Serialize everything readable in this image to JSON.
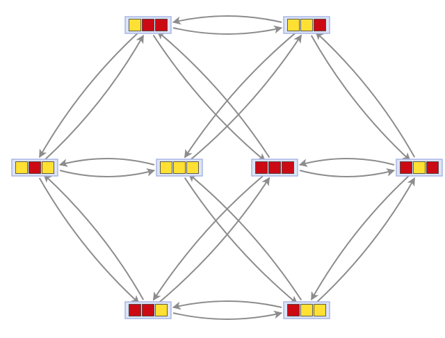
{
  "colors": {
    "red": "#cc0a14",
    "yellow": "#ffe033",
    "node_fill": "#dde4f5",
    "node_border": "#a9b6e6",
    "cell_border": "#3a3a3a",
    "edge": "#8c8c8c"
  },
  "nodes": [
    {
      "id": "n-top-left",
      "state": [
        "yellow",
        "red",
        "red"
      ]
    },
    {
      "id": "n-top-right",
      "state": [
        "yellow",
        "yellow",
        "red"
      ]
    },
    {
      "id": "n-mid-left",
      "state": [
        "yellow",
        "red",
        "yellow"
      ]
    },
    {
      "id": "n-mid-center-a",
      "state": [
        "yellow",
        "yellow",
        "yellow"
      ]
    },
    {
      "id": "n-mid-center-b",
      "state": [
        "red",
        "red",
        "red"
      ]
    },
    {
      "id": "n-mid-right",
      "state": [
        "red",
        "yellow",
        "red"
      ]
    },
    {
      "id": "n-bottom-left",
      "state": [
        "red",
        "red",
        "yellow"
      ]
    },
    {
      "id": "n-bottom-right",
      "state": [
        "red",
        "yellow",
        "yellow"
      ]
    }
  ],
  "edges": [
    {
      "from": "n-top-left",
      "to": "n-top-right"
    },
    {
      "from": "n-top-right",
      "to": "n-top-left"
    },
    {
      "from": "n-mid-left",
      "to": "n-mid-center-a"
    },
    {
      "from": "n-mid-center-a",
      "to": "n-mid-left"
    },
    {
      "from": "n-mid-center-b",
      "to": "n-mid-right"
    },
    {
      "from": "n-mid-right",
      "to": "n-mid-center-b"
    },
    {
      "from": "n-bottom-left",
      "to": "n-bottom-right"
    },
    {
      "from": "n-bottom-right",
      "to": "n-bottom-left"
    },
    {
      "from": "n-mid-left",
      "to": "n-top-left"
    },
    {
      "from": "n-top-left",
      "to": "n-mid-left"
    },
    {
      "from": "n-mid-left",
      "to": "n-bottom-left"
    },
    {
      "from": "n-bottom-left",
      "to": "n-mid-left"
    },
    {
      "from": "n-top-right",
      "to": "n-mid-right"
    },
    {
      "from": "n-mid-right",
      "to": "n-top-right"
    },
    {
      "from": "n-bottom-right",
      "to": "n-mid-right"
    },
    {
      "from": "n-mid-right",
      "to": "n-bottom-right"
    },
    {
      "from": "n-top-left",
      "to": "n-mid-center-b"
    },
    {
      "from": "n-mid-center-b",
      "to": "n-top-left"
    },
    {
      "from": "n-top-right",
      "to": "n-mid-center-a"
    },
    {
      "from": "n-mid-center-a",
      "to": "n-top-right"
    },
    {
      "from": "n-bottom-left",
      "to": "n-mid-center-b"
    },
    {
      "from": "n-mid-center-b",
      "to": "n-bottom-left"
    },
    {
      "from": "n-bottom-right",
      "to": "n-mid-center-a"
    },
    {
      "from": "n-mid-center-a",
      "to": "n-bottom-right"
    }
  ]
}
